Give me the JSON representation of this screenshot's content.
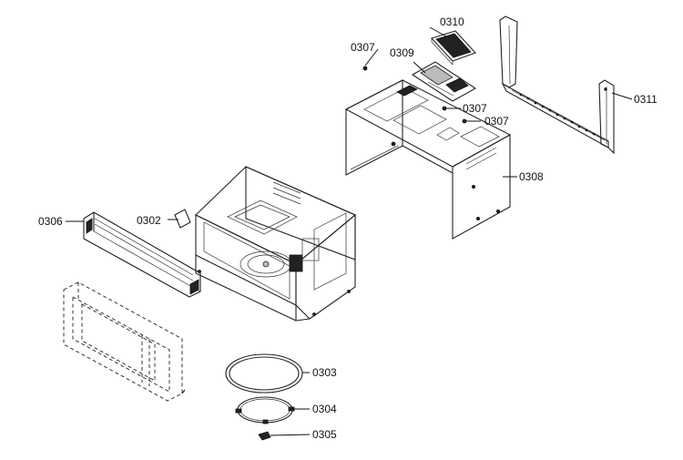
{
  "labels": {
    "p0302": "0302",
    "p0303": "0303",
    "p0304": "0304",
    "p0305": "0305",
    "p0306": "0306",
    "p0307a": "0307",
    "p0307b": "0307",
    "p0307c": "0307",
    "p0308": "0308",
    "p0309": "0309",
    "p0310": "0310",
    "p0311": "0311"
  }
}
